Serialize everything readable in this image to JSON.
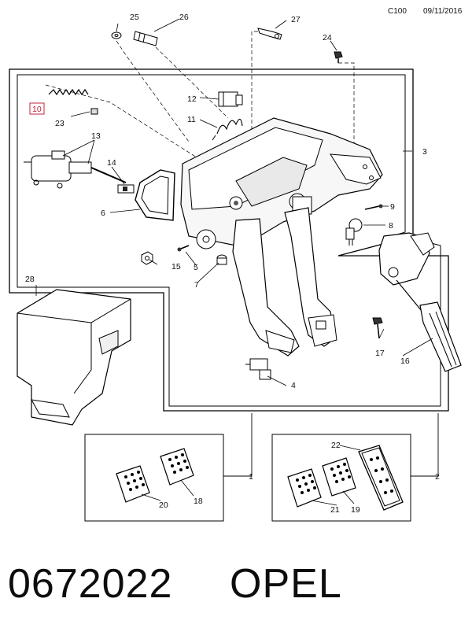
{
  "header": {
    "code": "C100",
    "date": "09/11/2016"
  },
  "footer": {
    "part_number": "0672022",
    "brand": "OPEL"
  },
  "highlight": {
    "callout": "10",
    "color": "#c0263a"
  },
  "callouts": {
    "c1": "1",
    "c2": "2",
    "c3": "3",
    "c4": "4",
    "c5": "5",
    "c6": "6",
    "c7": "7",
    "c8": "8",
    "c9": "9",
    "c10": "10",
    "c11": "11",
    "c12": "12",
    "c13": "13",
    "c14": "14",
    "c15": "15",
    "c16": "16",
    "c17": "17",
    "c18": "18",
    "c19": "19",
    "c20": "20",
    "c21": "21",
    "c22": "22",
    "c23": "23",
    "c24": "24",
    "c25": "25",
    "c26": "26",
    "c27": "27",
    "c28": "28"
  }
}
